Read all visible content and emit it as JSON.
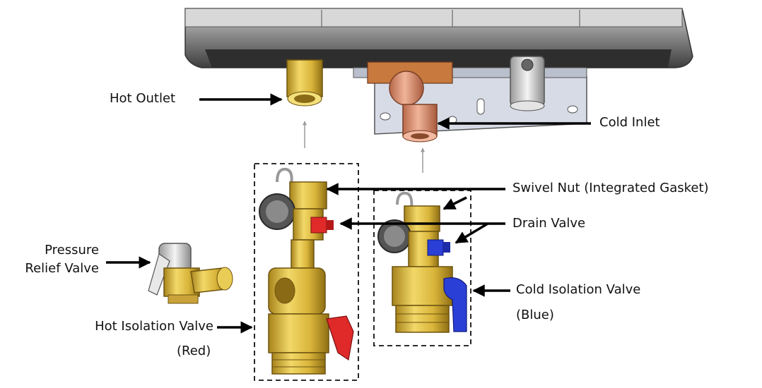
{
  "labels": {
    "hot_outlet": "Hot Outlet",
    "cold_inlet": "Cold Inlet",
    "swivel_nut": "Swivel Nut (Integrated Gasket)",
    "drain_valve": "Drain Valve",
    "pressure_relief_line1": "Pressure",
    "pressure_relief_line2": "Relief Valve",
    "cold_isolation_line1": "Cold Isolation Valve",
    "cold_isolation_line2": "(Blue)",
    "hot_isolation_line1": "Hot Isolation Valve",
    "hot_isolation_line2": "(Red)"
  },
  "colors": {
    "brass": "#d9b43a",
    "brass_dark": "#a8841c",
    "copper": "#d98a6a",
    "hot_handle": "#e02a2a",
    "cold_handle": "#2a3fd6",
    "heater_body": "#5a5a5a",
    "bracket": "#cfd4e0",
    "arrow": "#000000",
    "guide_arrow": "#999999"
  }
}
